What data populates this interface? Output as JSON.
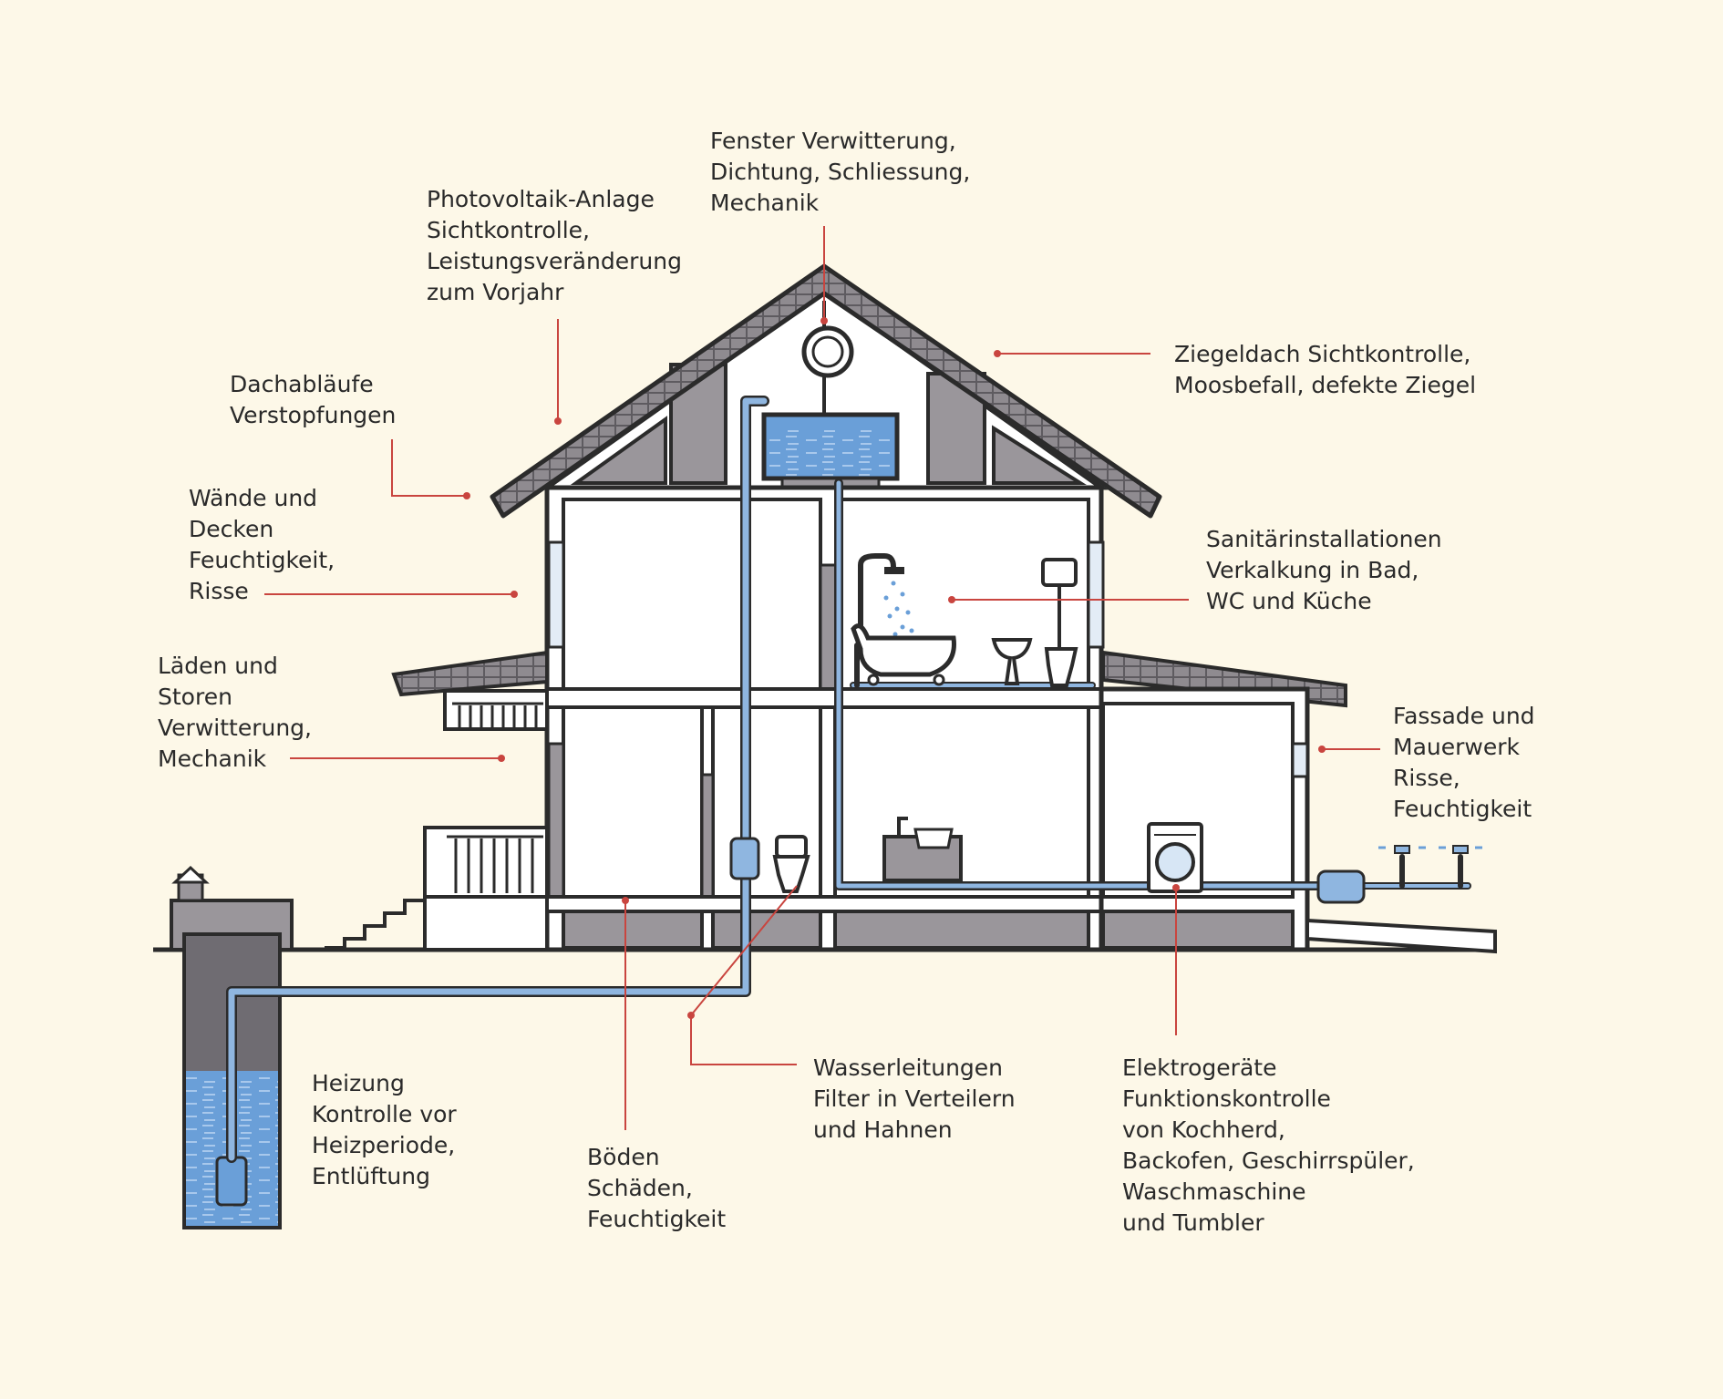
{
  "colors": {
    "background": "#fdf8e8",
    "outline": "#2b2b2b",
    "wall_fill": "#ffffff",
    "wall_shade": "#9a969b",
    "roof_tile": "#8f8b90",
    "water": "#6a9fd8",
    "water_dark": "#3b6fa8",
    "pipe": "#8fb6e0",
    "leader_line": "#c9453f"
  },
  "callouts": {
    "fenster": "Fenster Verwitterung,\nDichtung, Schliessung,\nMechanik",
    "photovoltaik": "Photovoltaik-Anlage\nSichtkontrolle,\nLeistungsveränderung\nzum Vorjahr",
    "ziegeldach": "Ziegeldach Sichtkontrolle,\nMoosbefall, defekte Ziegel",
    "dachablaeufe": "Dachabläufe\nVerstopfungen",
    "waende": "Wände und\nDecken\nFeuchtigkeit,\nRisse",
    "sanitaer": "Sanitärinstallationen\nVerkalkung in Bad,\nWC und Küche",
    "laeden": "Läden und\nStoren\nVerwitterung,\nMechanik",
    "fassade": "Fassade und\nMauerwerk\nRisse,\nFeuchtigkeit",
    "heizung": "Heizung\nKontrolle vor\nHeizperiode,\nEntlüftung",
    "boeden": "Böden\nSchäden,\nFeuchtigkeit",
    "wasserleitungen": "Wasserleitungen\nFilter in Verteilern\nund Hahnen",
    "elektrogeraete": "Elektrogeräte\nFunktionskontrolle\nvon Kochherd,\nBackofen, Geschirrspüler,\nWaschmaschine\nund Tumbler"
  }
}
